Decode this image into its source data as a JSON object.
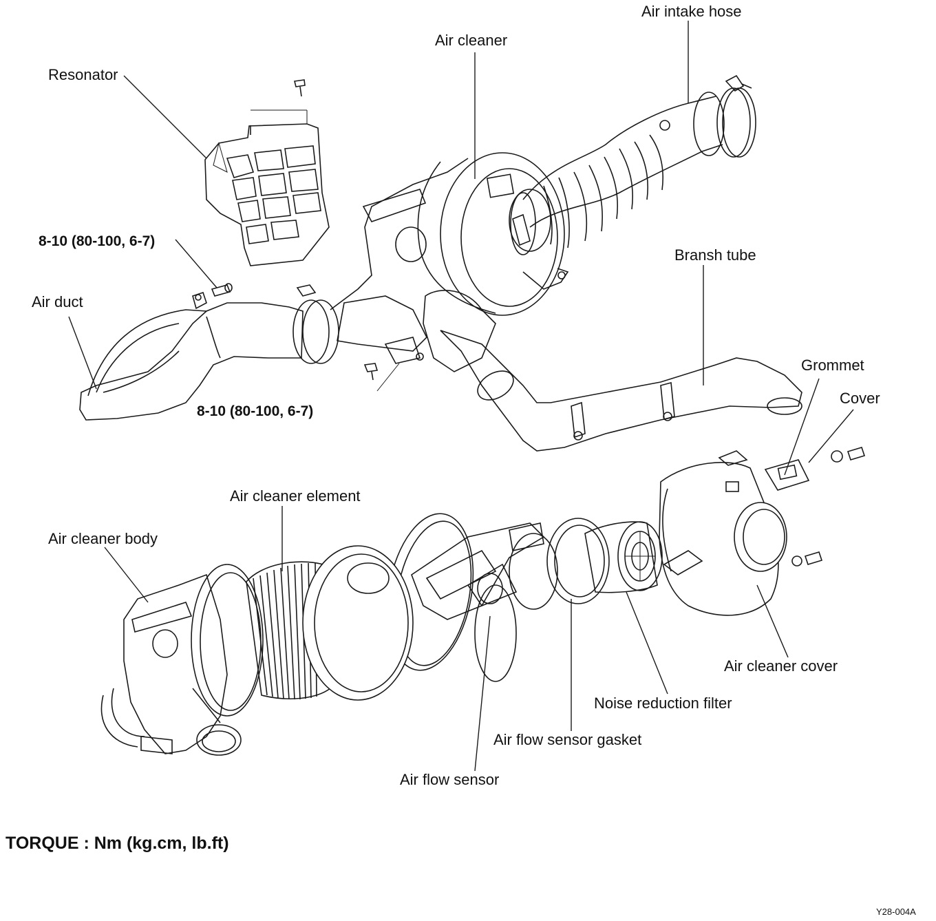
{
  "labels": {
    "air_intake_hose": "Air intake hose",
    "air_cleaner": "Air cleaner",
    "resonator": "Resonator",
    "torque_top": "8-10 (80-100, 6-7)",
    "air_duct": "Air duct",
    "bransh_tube": "Bransh tube",
    "torque_mid": "8-10 (80-100, 6-7)",
    "grommet": "Grommet",
    "cover": "Cover",
    "air_cleaner_element": "Air cleaner element",
    "air_cleaner_body": "Air cleaner body",
    "air_cleaner_cover": "Air cleaner cover",
    "noise_reduction_filter": "Noise reduction filter",
    "air_flow_sensor_gasket": "Air flow sensor gasket",
    "air_flow_sensor": "Air flow sensor"
  },
  "footer": {
    "torque_units": "TORQUE : Nm (kg.cm, lb.ft)",
    "figure_code": "Y28-004A"
  },
  "colors": {
    "line": "#1a1a1a",
    "background": "#ffffff"
  }
}
